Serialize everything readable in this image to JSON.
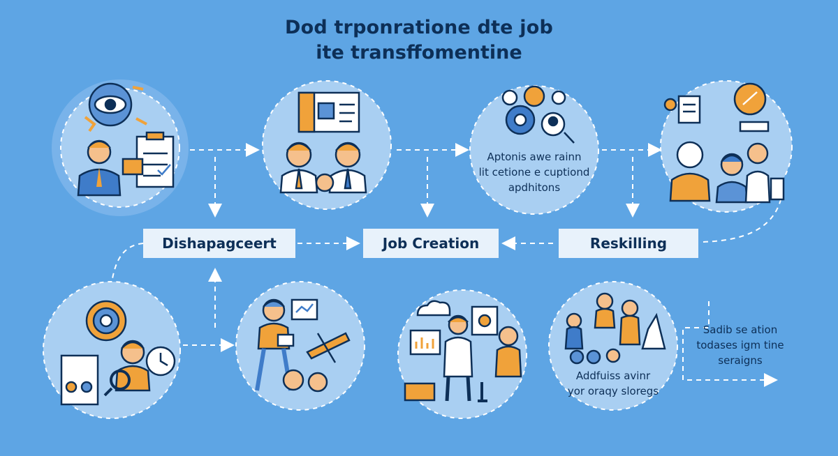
{
  "title": {
    "line1": "Dod trponratione dte job",
    "line2": "ite transffomentine"
  },
  "stages": {
    "left": "Dishapagceert",
    "center": "Job Creation",
    "right": "Reskilling"
  },
  "circles": {
    "top_third": [
      "Aptonis awe rainn",
      "lit cetione e cuptiond",
      "apdhitons"
    ],
    "bottom_fourth": [
      "Addfuiss avinr",
      "yor oraqy sloregs"
    ]
  },
  "side_note": [
    "Sadib se ation",
    "todases igm tine",
    "seraigns"
  ],
  "colors": {
    "background": "#5ea5e4",
    "circle_fill": "#a9cff2",
    "accent_orange": "#f0a23a",
    "navy": "#0d2f57",
    "box_fill": "#e8f2fb"
  }
}
